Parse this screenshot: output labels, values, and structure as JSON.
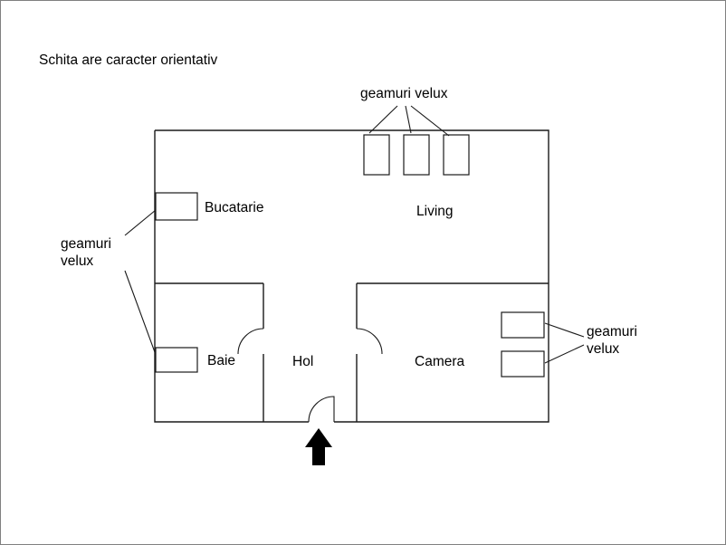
{
  "title": "Schita are caracter orientativ",
  "rooms": {
    "bucatarie": "Bucatarie",
    "living": "Living",
    "baie": "Baie",
    "hol": "Hol",
    "camera": "Camera"
  },
  "annotations": {
    "velux_top": "geamuri velux",
    "velux_left": [
      "geamuri",
      "velux"
    ],
    "velux_right": [
      "geamuri",
      "velux"
    ]
  },
  "colors": {
    "line": "#1a1a1a",
    "arrow": "#000000",
    "background": "#ffffff",
    "border": "#808080",
    "text": "#000000"
  }
}
